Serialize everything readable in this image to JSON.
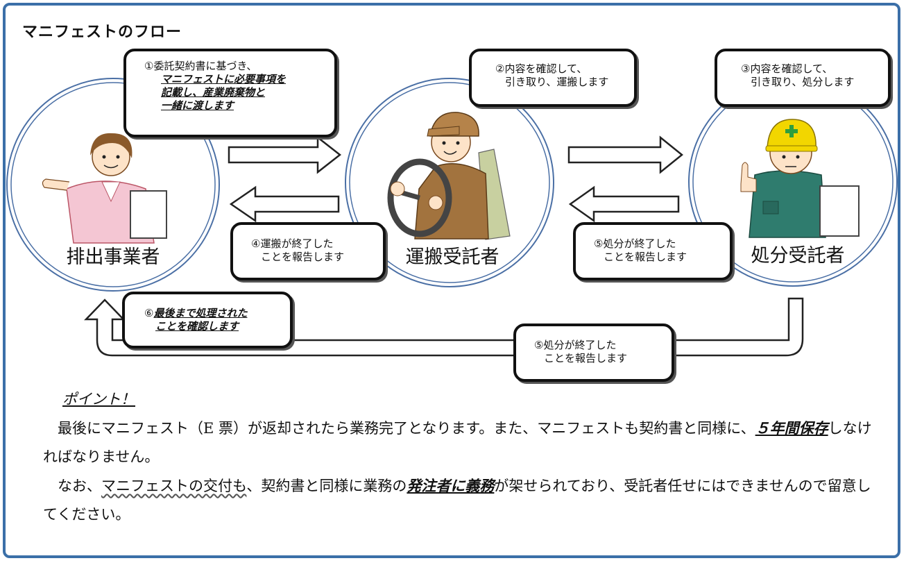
{
  "title": "マニフェストのフロー",
  "actors": {
    "discharger": "排出事業者",
    "transporter": "運搬受託者",
    "disposer": "処分受託者"
  },
  "callouts": {
    "c1_line1": "①委託契約書に基づき、",
    "c1_emph1": "マニフェストに必要事項を",
    "c1_emph2": "記載し、産業廃棄物と",
    "c1_emph3": "一緒に渡します",
    "c2_line1": "②内容を確認して、",
    "c2_line2": "引き取り、運搬します",
    "c3_line1": "③内容を確認して、",
    "c3_line2": "引き取り、処分します",
    "c4_line1": "④運搬が終了した",
    "c4_line2": "ことを報告します",
    "c5a_line1": "⑤処分が終了した",
    "c5a_line2": "ことを報告します",
    "c5b_line1": "⑤処分が終了した",
    "c5b_line2": "ことを報告します",
    "c6_prefix": "⑥",
    "c6_emph1": "最後まで処理された",
    "c6_emph2": "ことを確認します"
  },
  "text": {
    "point": "ポイント！",
    "p1_a": "最後にマニフェスト（E 票）が返却されたら業務完了となります。また、マニフェストも契約書と同様に、",
    "p1_b": "５年間保存",
    "p1_c": "しなければなりません。",
    "p2_a": "なお、",
    "p2_b": "マニフェストの交付も",
    "p2_c": "、契約書と同様に業務の",
    "p2_d": "発注者に義務",
    "p2_e": "が架せられており、受託者任せにはできませんので留意してください。"
  },
  "colors": {
    "frame": "#3b6fa8",
    "circle": "#4a6fa5",
    "helmet": "#f2d600",
    "uniform": "#2f7c6e",
    "shirt": "#c8d0a0"
  }
}
